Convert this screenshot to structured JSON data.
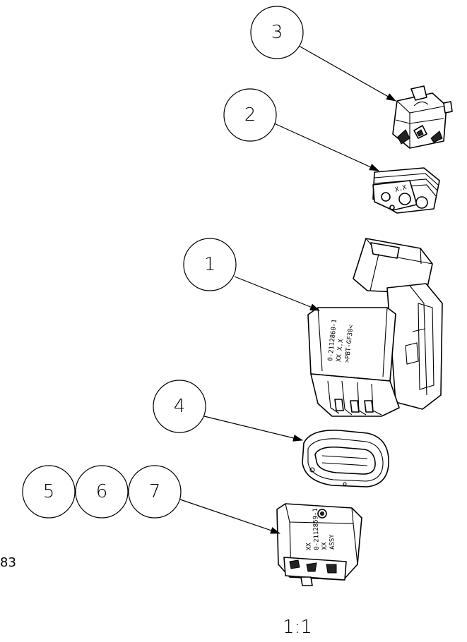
{
  "balloons": {
    "b1": "1",
    "b2": "2",
    "b3": "3",
    "b4": "4",
    "b5": "5",
    "b6": "6",
    "b7": "7"
  },
  "markings": {
    "housing_line1": "0-2112860-1",
    "housing_line2": "XX      X.X",
    "housing_line3": ">PBT-GF30<",
    "seal_mark": "X.X",
    "cover_line1": "XX",
    "cover_line2": "0-2112859-1",
    "cover_line3": "XX",
    "cover_line4": "ASSY"
  },
  "side_label": "83",
  "scale": "1:1"
}
